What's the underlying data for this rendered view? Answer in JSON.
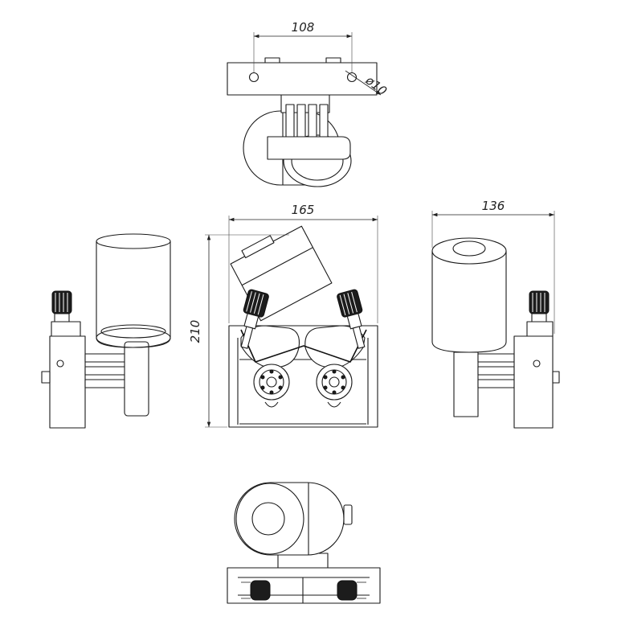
{
  "dimensions": {
    "top_hole_spacing": "108",
    "hole_diameter": "ø10",
    "front_width": "165",
    "front_height": "210",
    "side_depth": "136"
  },
  "colors": {
    "line": "#1a1a1a",
    "background": "#ffffff",
    "knob_fill": "#1c1c1c"
  }
}
